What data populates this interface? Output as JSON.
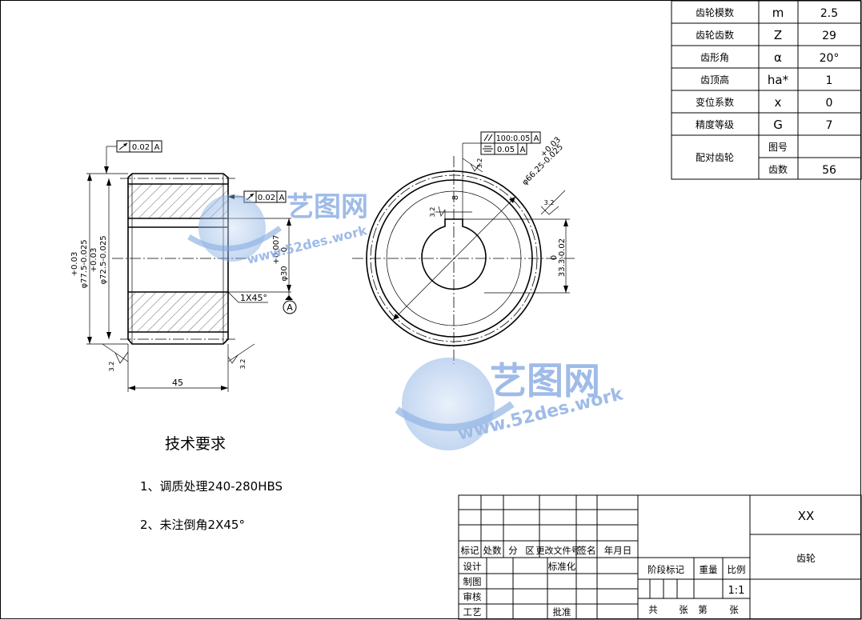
{
  "params_table": {
    "rows": [
      {
        "label": "齿轮模数",
        "symbol": "m",
        "value": "2.5"
      },
      {
        "label": "齿轮齿数",
        "symbol": "Z",
        "value": "29"
      },
      {
        "label": "齿形角",
        "symbol": "α",
        "value": "20°"
      },
      {
        "label": "齿顶高",
        "symbol": "ha*",
        "value": "1"
      },
      {
        "label": "变位系数",
        "symbol": "x",
        "value": "0"
      },
      {
        "label": "精度等级",
        "symbol": "G",
        "value": "7"
      }
    ],
    "mating_label": "配对齿轮",
    "mating_drawing_no_label": "图号",
    "mating_drawing_no_value": "",
    "mating_teeth_label": "齿数",
    "mating_teeth_value": "56"
  },
  "dims": {
    "d_outer": "φ77.5-0.025",
    "d_outer_tol": "+0.03",
    "d_inner": "φ72.5-0.025",
    "d_inner_tol": "+0.03",
    "bore": "φ30",
    "bore_tol_upper": "+0.007",
    "bore_tol_lower": "0",
    "width": "45",
    "chamfer": "1X45°",
    "datum": "A",
    "tip_dia": "φ66.25-0.025",
    "tip_dia_tol": "+0.03",
    "keyway_depth": "33.3-0.02",
    "keyway_depth_tol": "0",
    "keyway_width": "8",
    "roughness_a": "3.2",
    "roughness_b": "3.2"
  },
  "tolerances": {
    "runout_face": "0.02",
    "runout_face_datum": "A",
    "runout_bore": "0.02",
    "runout_bore_datum": "A",
    "parallel": "100:0.05",
    "parallel_datum": "A",
    "symmetry": "0.05",
    "symmetry_datum": "A"
  },
  "watermark": {
    "brand": "艺图网",
    "url": "www.52des.work"
  },
  "tech_req": {
    "title": "技术要求",
    "items": [
      "1、调质处理240-280HBS",
      "2、未注倒角2X45°"
    ]
  },
  "title_block": {
    "material": "XX",
    "part_name": "齿轮",
    "rev_headers": [
      "标记",
      "处数",
      "分",
      "区",
      "更改文件号",
      "签名",
      "年月日"
    ],
    "design": "设计",
    "standardize": "标准化",
    "draw": "制图",
    "check": "审核",
    "process": "工艺",
    "approve": "批准",
    "stage_mark": "阶段标记",
    "weight": "重量",
    "scale_label": "比例",
    "scale_value": "1:1",
    "sheet_total": "共",
    "sheet_unit1": "张",
    "sheet_no": "第",
    "sheet_unit2": "张"
  }
}
